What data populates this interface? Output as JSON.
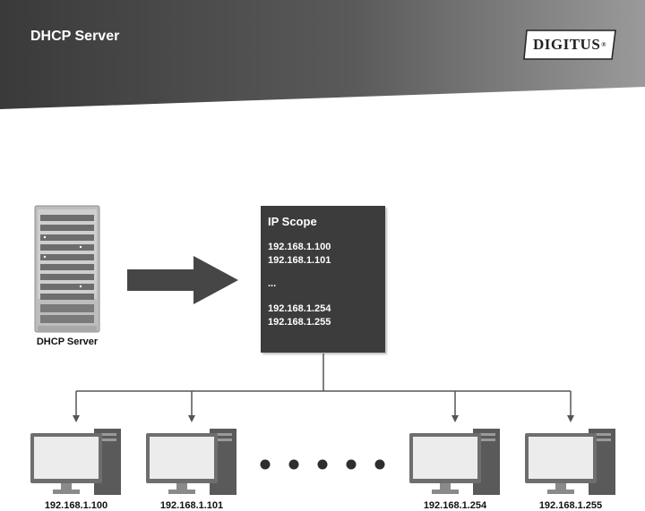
{
  "header": {
    "title": "DHCP Server"
  },
  "logo": {
    "text": "DIGITUS",
    "mark": "®"
  },
  "server": {
    "label": "DHCP Server",
    "icon": "server-rack-icon"
  },
  "scope": {
    "title": "IP Scope",
    "addresses_top": [
      "192.168.1.100",
      "192.168.1.101"
    ],
    "ellipsis": "...",
    "addresses_bottom": [
      "192.168.1.254",
      "192.168.1.255"
    ]
  },
  "clients": [
    {
      "label": "192.168.1.100",
      "icon": "desktop-computer-icon"
    },
    {
      "label": "192.168.1.101",
      "icon": "desktop-computer-icon"
    },
    {
      "label": "192.168.1.254",
      "icon": "desktop-computer-icon"
    },
    {
      "label": "192.168.1.255",
      "icon": "desktop-computer-icon"
    }
  ],
  "colors": {
    "header_dark": "#3a3a3a",
    "header_light": "#8a8a8a",
    "scope_box": "#3c3c3c",
    "arrow": "#464646",
    "line": "#555555"
  }
}
